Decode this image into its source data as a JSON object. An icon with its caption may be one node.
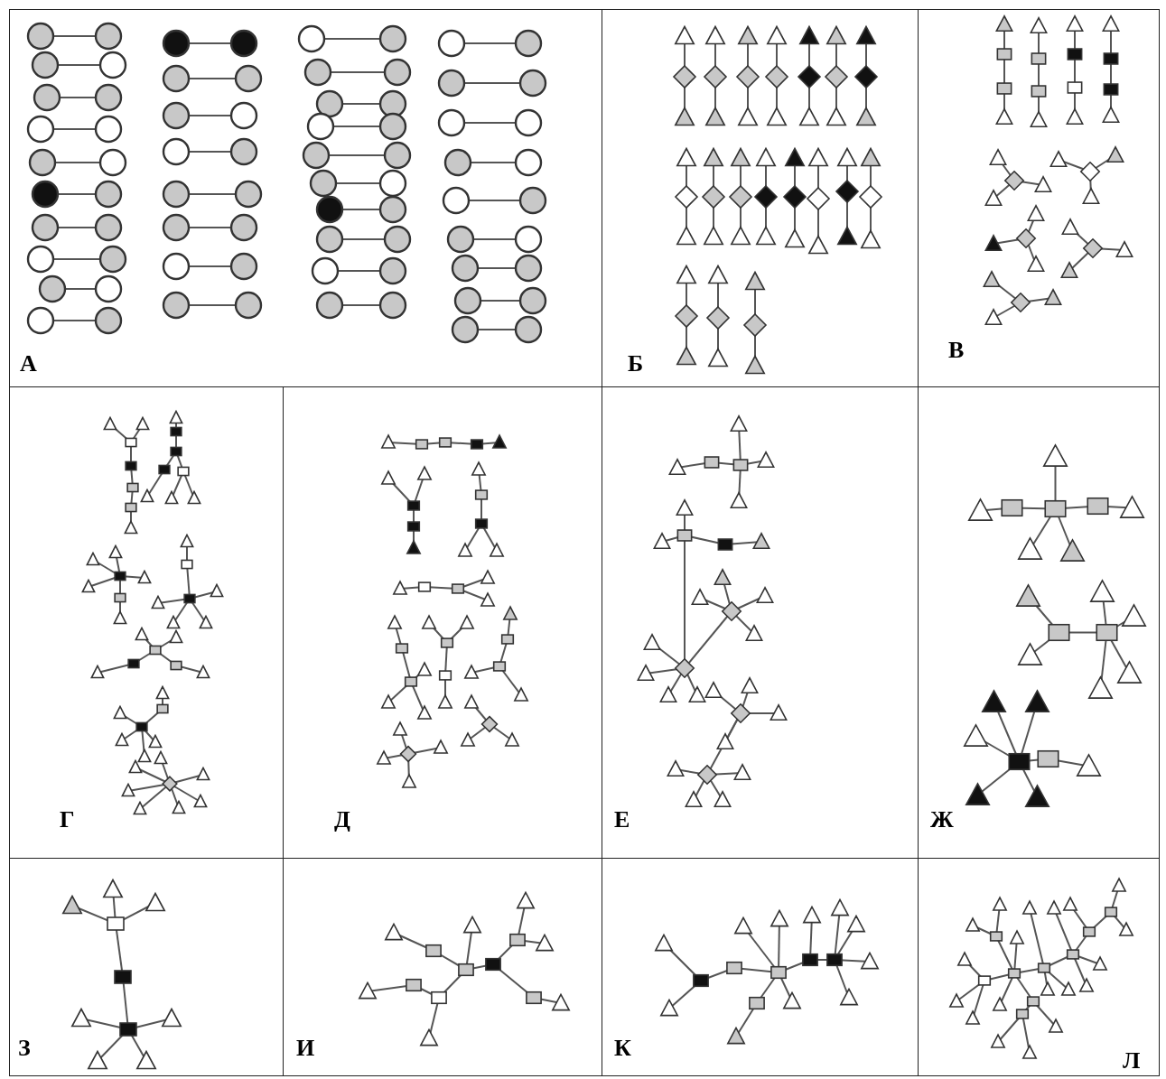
{
  "diagram": {
    "labels": [
      "А",
      "Б",
      "В",
      "Г",
      "Д",
      "Е",
      "Ж",
      "З",
      "И",
      "К",
      "Л"
    ]
  }
}
